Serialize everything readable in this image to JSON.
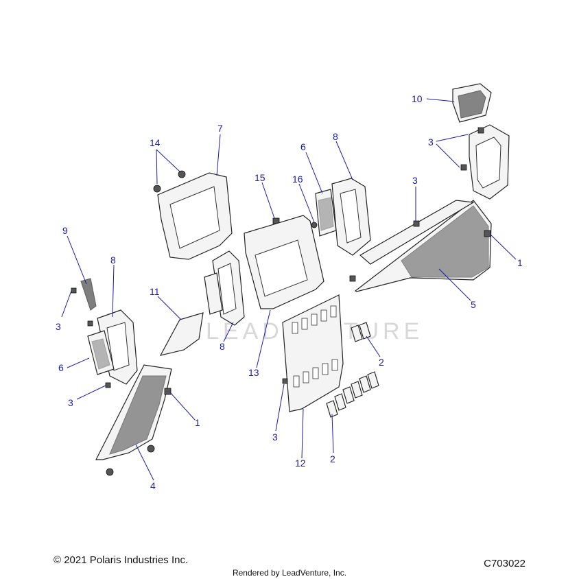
{
  "diagram": {
    "watermark": "LEADVENTURE",
    "callouts": [
      {
        "id": "c10",
        "label": "10"
      },
      {
        "id": "c3a",
        "label": "3"
      },
      {
        "id": "c3b",
        "label": "3"
      },
      {
        "id": "c1a",
        "label": "1"
      },
      {
        "id": "c5",
        "label": "5"
      },
      {
        "id": "c7",
        "label": "7"
      },
      {
        "id": "c14",
        "label": "14"
      },
      {
        "id": "c6a",
        "label": "6"
      },
      {
        "id": "c8a",
        "label": "8"
      },
      {
        "id": "c15",
        "label": "15"
      },
      {
        "id": "c16",
        "label": "16"
      },
      {
        "id": "c9",
        "label": "9"
      },
      {
        "id": "c8b",
        "label": "8"
      },
      {
        "id": "c11",
        "label": "11"
      },
      {
        "id": "c3c",
        "label": "3"
      },
      {
        "id": "c6b",
        "label": "6"
      },
      {
        "id": "c8c",
        "label": "8"
      },
      {
        "id": "c13",
        "label": "13"
      },
      {
        "id": "c2a",
        "label": "2"
      },
      {
        "id": "c3d",
        "label": "3"
      },
      {
        "id": "c1b",
        "label": "1"
      },
      {
        "id": "c4",
        "label": "4"
      },
      {
        "id": "c3e",
        "label": "3"
      },
      {
        "id": "c12",
        "label": "12"
      },
      {
        "id": "c2b",
        "label": "2"
      }
    ]
  },
  "footer": {
    "copyright": "© 2021 Polaris Industries Inc.",
    "rendered_by": "Rendered by LeadVenture, Inc.",
    "diagram_code": "C703022"
  }
}
